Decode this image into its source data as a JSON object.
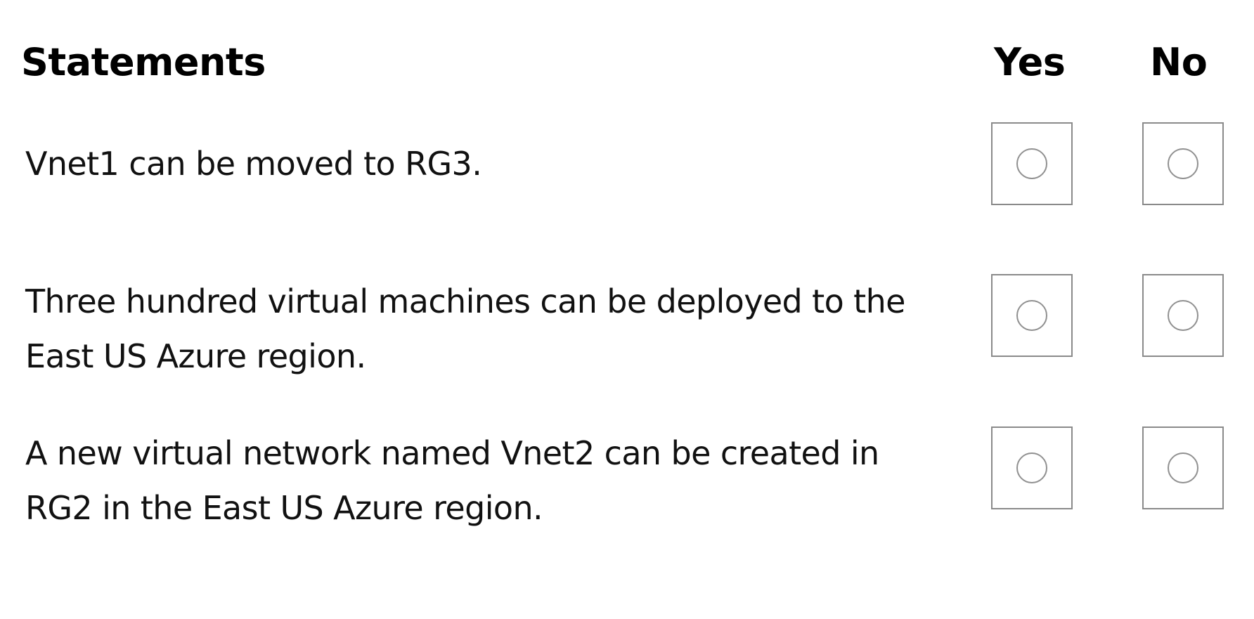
{
  "headers": {
    "statements": "Statements",
    "yes": "Yes",
    "no": "No"
  },
  "statements": [
    {
      "text": "Vnet1 can be moved to RG3.",
      "yes_selected": false,
      "no_selected": false
    },
    {
      "text": "Three hundred virtual machines can be deployed to the East US Azure region.",
      "yes_selected": false,
      "no_selected": false
    },
    {
      "text": "A new virtual network named Vnet2 can be created in RG2 in the East US Azure region.",
      "yes_selected": false,
      "no_selected": false
    }
  ],
  "icons": {
    "radio": "radio-button-empty-icon"
  },
  "colors": {
    "text": "#111111",
    "box_border": "#8a8a8a",
    "radio_border": "#909090",
    "background": "#ffffff"
  }
}
